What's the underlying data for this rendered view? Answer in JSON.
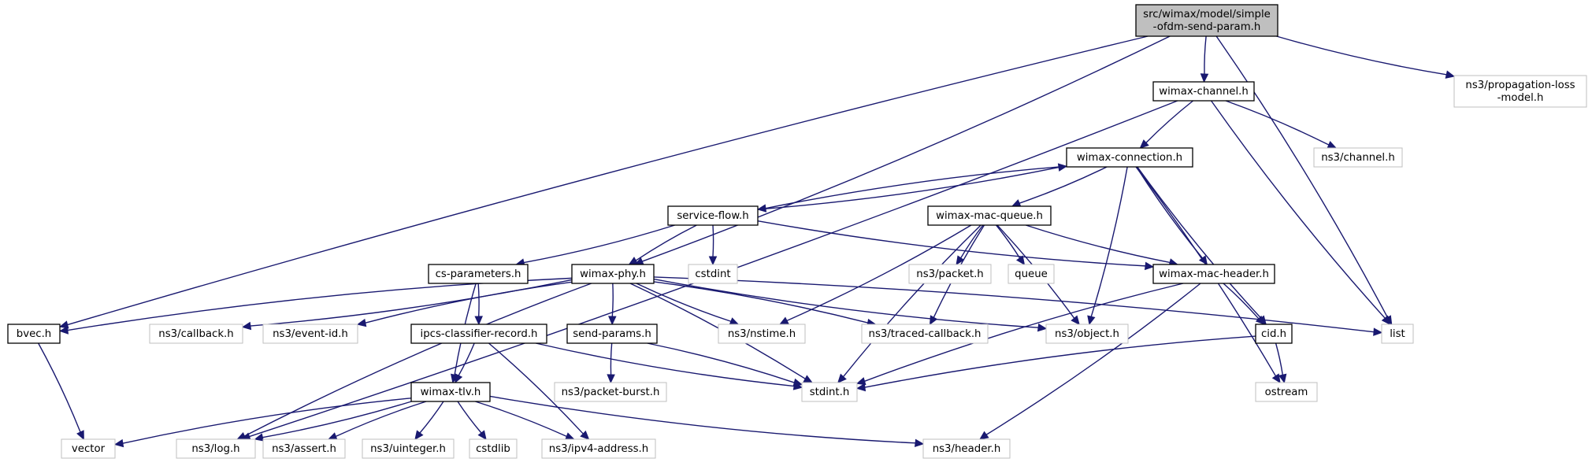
{
  "nodes": [
    {
      "id": "root",
      "lines": [
        "src/wimax/model/simple",
        "-ofdm-send-param.h"
      ],
      "kind": "root",
      "interactable": false
    },
    {
      "id": "bvec",
      "lines": [
        "bvec.h"
      ],
      "kind": "internal",
      "interactable": true
    },
    {
      "id": "wimax_phy",
      "lines": [
        "wimax-phy.h"
      ],
      "kind": "internal",
      "interactable": true
    },
    {
      "id": "wimax_channel",
      "lines": [
        "wimax-channel.h"
      ],
      "kind": "internal",
      "interactable": true
    },
    {
      "id": "list",
      "lines": [
        "list"
      ],
      "kind": "external",
      "interactable": false
    },
    {
      "id": "propagation",
      "lines": [
        "ns3/propagation-loss",
        "-model.h"
      ],
      "kind": "external",
      "interactable": false
    },
    {
      "id": "wimax_connection",
      "lines": [
        "wimax-connection.h"
      ],
      "kind": "internal",
      "interactable": true
    },
    {
      "id": "ns3_channel",
      "lines": [
        "ns3/channel.h"
      ],
      "kind": "external",
      "interactable": false
    },
    {
      "id": "service_flow",
      "lines": [
        "service-flow.h"
      ],
      "kind": "internal",
      "interactable": true
    },
    {
      "id": "wimax_mac_queue",
      "lines": [
        "wimax-mac-queue.h"
      ],
      "kind": "internal",
      "interactable": true
    },
    {
      "id": "cs_parameters",
      "lines": [
        "cs-parameters.h"
      ],
      "kind": "internal",
      "interactable": true
    },
    {
      "id": "cstdint",
      "lines": [
        "cstdint"
      ],
      "kind": "external",
      "interactable": false
    },
    {
      "id": "ns3_packet",
      "lines": [
        "ns3/packet.h"
      ],
      "kind": "external",
      "interactable": false
    },
    {
      "id": "queue",
      "lines": [
        "queue"
      ],
      "kind": "external",
      "interactable": false
    },
    {
      "id": "wimax_mac_header",
      "lines": [
        "wimax-mac-header.h"
      ],
      "kind": "internal",
      "interactable": true
    },
    {
      "id": "ns3_callback",
      "lines": [
        "ns3/callback.h"
      ],
      "kind": "external",
      "interactable": false
    },
    {
      "id": "ns3_event_id",
      "lines": [
        "ns3/event-id.h"
      ],
      "kind": "external",
      "interactable": false
    },
    {
      "id": "ipcs",
      "lines": [
        "ipcs-classifier-record.h"
      ],
      "kind": "internal",
      "interactable": true
    },
    {
      "id": "send_params",
      "lines": [
        "send-params.h"
      ],
      "kind": "internal",
      "interactable": true
    },
    {
      "id": "ns3_nstime",
      "lines": [
        "ns3/nstime.h"
      ],
      "kind": "external",
      "interactable": false
    },
    {
      "id": "ns3_traced_callback",
      "lines": [
        "ns3/traced-callback.h"
      ],
      "kind": "external",
      "interactable": false
    },
    {
      "id": "ns3_object",
      "lines": [
        "ns3/object.h"
      ],
      "kind": "external",
      "interactable": false
    },
    {
      "id": "cid",
      "lines": [
        "cid.h"
      ],
      "kind": "internal",
      "interactable": true
    },
    {
      "id": "wimax_tlv",
      "lines": [
        "wimax-tlv.h"
      ],
      "kind": "internal",
      "interactable": true
    },
    {
      "id": "ns3_packet_burst",
      "lines": [
        "ns3/packet-burst.h"
      ],
      "kind": "external",
      "interactable": false
    },
    {
      "id": "stdint",
      "lines": [
        "stdint.h"
      ],
      "kind": "external",
      "interactable": false
    },
    {
      "id": "ostream",
      "lines": [
        "ostream"
      ],
      "kind": "external",
      "interactable": false
    },
    {
      "id": "vector",
      "lines": [
        "vector"
      ],
      "kind": "external",
      "interactable": false
    },
    {
      "id": "ns3_log",
      "lines": [
        "ns3/log.h"
      ],
      "kind": "external",
      "interactable": false
    },
    {
      "id": "ns3_assert",
      "lines": [
        "ns3/assert.h"
      ],
      "kind": "external",
      "interactable": false
    },
    {
      "id": "ns3_uinteger",
      "lines": [
        "ns3/uinteger.h"
      ],
      "kind": "external",
      "interactable": false
    },
    {
      "id": "cstdlib",
      "lines": [
        "cstdlib"
      ],
      "kind": "external",
      "interactable": false
    },
    {
      "id": "ns3_ipv4_address",
      "lines": [
        "ns3/ipv4-address.h"
      ],
      "kind": "external",
      "interactable": false
    },
    {
      "id": "ns3_header",
      "lines": [
        "ns3/header.h"
      ],
      "kind": "external",
      "interactable": false
    }
  ],
  "edges": [
    [
      "root",
      "bvec"
    ],
    [
      "root",
      "wimax_phy"
    ],
    [
      "root",
      "wimax_channel"
    ],
    [
      "root",
      "list"
    ],
    [
      "root",
      "propagation"
    ],
    [
      "bvec",
      "vector"
    ],
    [
      "wimax_phy",
      "bvec"
    ],
    [
      "wimax_phy",
      "ns3_callback"
    ],
    [
      "wimax_phy",
      "ns3_event_id"
    ],
    [
      "wimax_phy",
      "send_params"
    ],
    [
      "wimax_phy",
      "ns3_nstime"
    ],
    [
      "wimax_phy",
      "ns3_traced_callback"
    ],
    [
      "wimax_phy",
      "ns3_object"
    ],
    [
      "wimax_phy",
      "list"
    ],
    [
      "wimax_phy",
      "ns3_log"
    ],
    [
      "wimax_phy",
      "stdint"
    ],
    [
      "wimax_channel",
      "wimax_connection"
    ],
    [
      "wimax_channel",
      "ns3_channel"
    ],
    [
      "wimax_channel",
      "list"
    ],
    [
      "wimax_channel",
      "ns3_log"
    ],
    [
      "wimax_connection",
      "service_flow"
    ],
    [
      "wimax_connection",
      "wimax_mac_queue"
    ],
    [
      "wimax_connection",
      "wimax_mac_header"
    ],
    [
      "wimax_connection",
      "ns3_object"
    ],
    [
      "wimax_connection",
      "cid"
    ],
    [
      "wimax_connection",
      "ostream"
    ],
    [
      "service_flow",
      "wimax_connection"
    ],
    [
      "service_flow",
      "cs_parameters"
    ],
    [
      "service_flow",
      "wimax_phy"
    ],
    [
      "service_flow",
      "cstdint"
    ],
    [
      "service_flow",
      "wimax_mac_header"
    ],
    [
      "cs_parameters",
      "ipcs"
    ],
    [
      "cs_parameters",
      "wimax_tlv"
    ],
    [
      "ipcs",
      "wimax_tlv"
    ],
    [
      "ipcs",
      "stdint"
    ],
    [
      "ipcs",
      "ns3_ipv4_address"
    ],
    [
      "send_params",
      "ns3_packet_burst"
    ],
    [
      "send_params",
      "stdint"
    ],
    [
      "wimax_mac_queue",
      "ns3_packet"
    ],
    [
      "wimax_mac_queue",
      "queue"
    ],
    [
      "wimax_mac_queue",
      "wimax_mac_header"
    ],
    [
      "wimax_mac_queue",
      "ns3_object"
    ],
    [
      "wimax_mac_queue",
      "ns3_traced_callback"
    ],
    [
      "wimax_mac_queue",
      "ns3_nstime"
    ],
    [
      "wimax_mac_queue",
      "stdint"
    ],
    [
      "wimax_mac_header",
      "cid"
    ],
    [
      "wimax_mac_header",
      "stdint"
    ],
    [
      "wimax_mac_header",
      "ns3_header"
    ],
    [
      "cid",
      "stdint"
    ],
    [
      "cid",
      "ostream"
    ],
    [
      "wimax_tlv",
      "vector"
    ],
    [
      "wimax_tlv",
      "ns3_log"
    ],
    [
      "wimax_tlv",
      "ns3_assert"
    ],
    [
      "wimax_tlv",
      "ns3_uinteger"
    ],
    [
      "wimax_tlv",
      "cstdlib"
    ],
    [
      "wimax_tlv",
      "ns3_ipv4_address"
    ],
    [
      "wimax_tlv",
      "ns3_header"
    ]
  ],
  "colors": {
    "edge": "#191970",
    "root_fill": "#bfbfbf",
    "root_stroke": "#000000",
    "internal_stroke": "#000000",
    "external_stroke": "#bfbfbf",
    "external_text": "#000000",
    "background": "#ffffff"
  }
}
